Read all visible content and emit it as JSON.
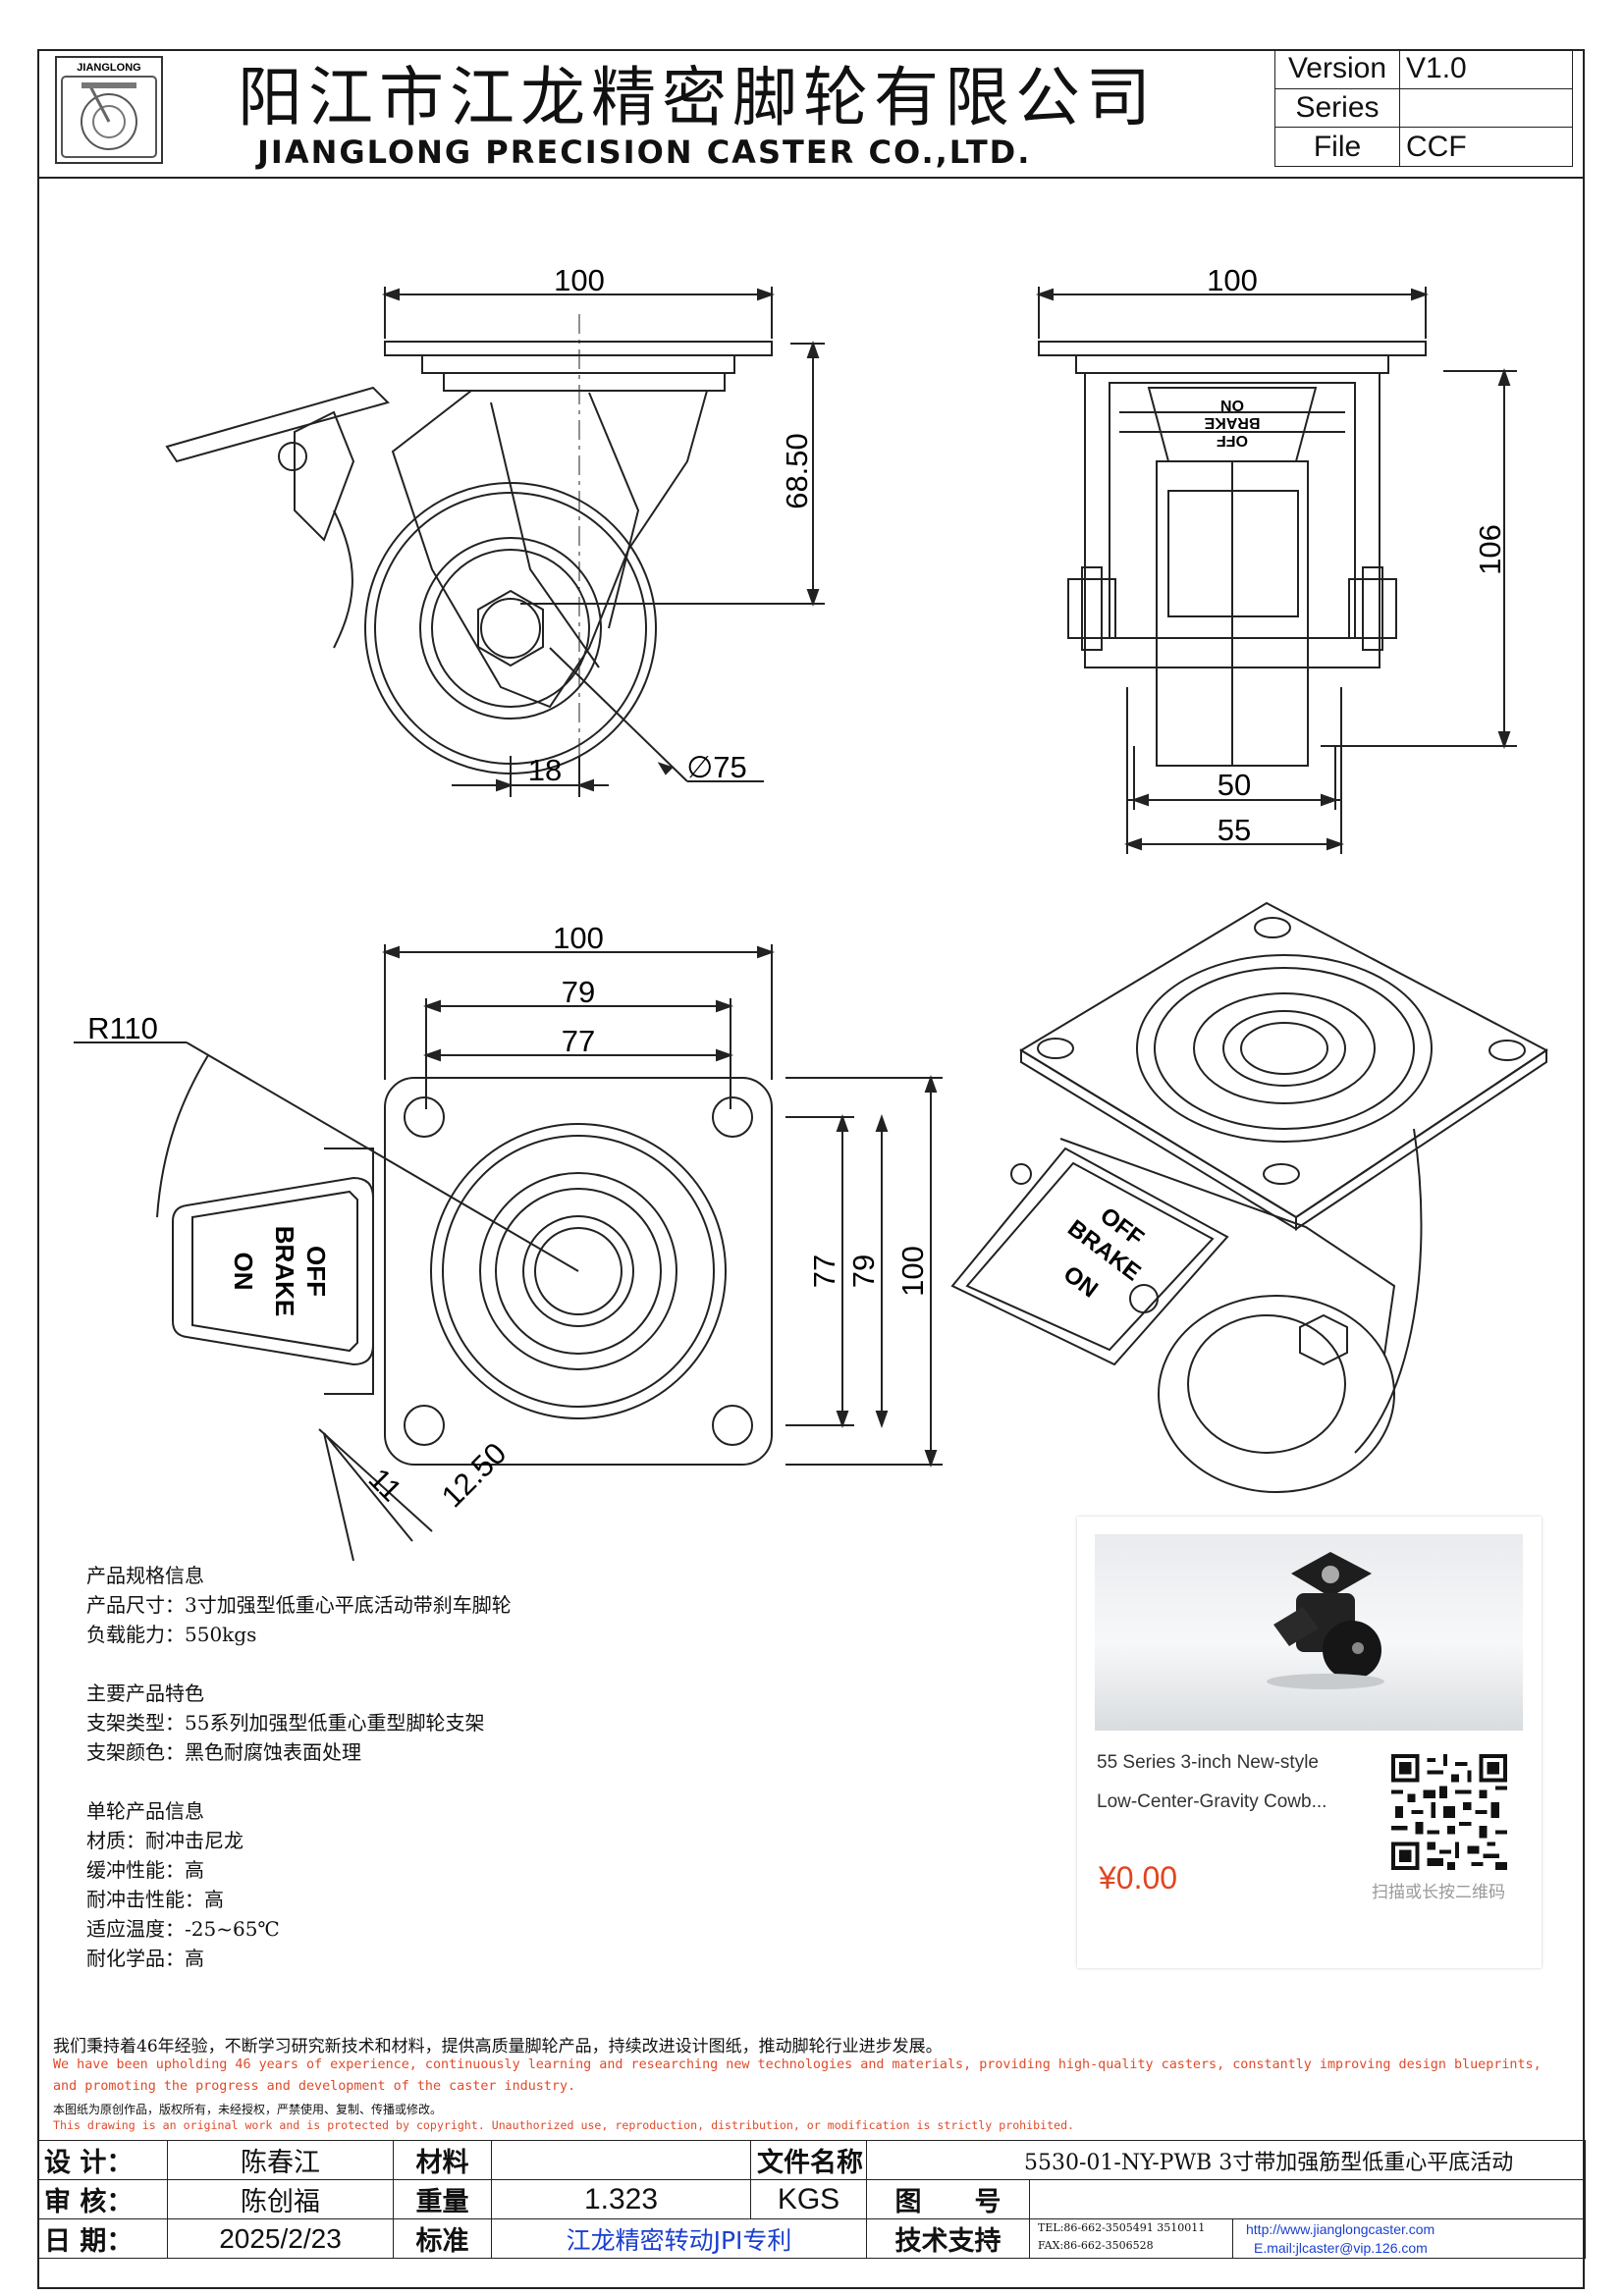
{
  "header": {
    "company_cn": "阳江市江龙精密脚轮有限公司",
    "company_en": "JIANGLONG PRECISION CASTER CO.,LTD.",
    "logo_text": "JIANGLONG",
    "version_label": "Version",
    "version_value": "V1.0",
    "series_label": "Series",
    "series_value": "",
    "file_label": "File",
    "file_value": "CCF"
  },
  "drawing": {
    "side_width": "100",
    "side_height": "68.50",
    "offset": "18",
    "wheel_dia": "∅75",
    "front_width": "100",
    "front_height": "106",
    "wheel_w": "50",
    "fork_w": "55",
    "plate_w": "100",
    "hole_w": "79",
    "hole_w2": "77",
    "plate_h": "100",
    "hole_h": "79",
    "hole_h2": "77",
    "radius": "R110",
    "slot_w": "11",
    "slot_l": "12.50",
    "brake_off": "OFF",
    "brake_mid": "BRAKE",
    "brake_on": "ON"
  },
  "specs": {
    "lines": [
      "产品规格信息",
      "产品尺寸：3寸加强型低重心平底活动带刹车脚轮",
      "负载能力：550kgs",
      "",
      "主要产品特色",
      "支架类型：55系列加强型低重心重型脚轮支架",
      "支架颜色：黑色耐腐蚀表面处理",
      "",
      "单轮产品信息",
      "材质：耐冲击尼龙",
      "缓冲性能：高",
      "耐冲击性能：高",
      "适应温度：-25~65℃",
      "耐化学品：高"
    ]
  },
  "card": {
    "title_line1": "55 Series 3-inch New-style",
    "title_line2": "Low-Center-Gravity Cowb...",
    "price": "¥0.00",
    "qr_hint": "扫描或长按二维码"
  },
  "notes": {
    "cn_commit": "我们秉持着46年经验，不断学习研究新技术和材料，提供高质量脚轮产品，持续改进设计图纸，推动脚轮行业进步发展。",
    "en_commit1": "We have been upholding 46 years of experience, continuously learning and researching new technologies and materials, providing high-quality casters, constantly improving design blueprints,",
    "en_commit2": "and promoting the progress and development of the caster industry.",
    "cn_copyright": "本图纸为原创作品，版权所有，未经授权，严禁使用、复制、传播或修改。",
    "en_copyright": "This drawing is an original work and is protected by copyright. Unauthorized use, reproduction, distribution, or modification is strictly prohibited."
  },
  "titleblock": {
    "design_label": "设 计：",
    "design_value": "陈春江",
    "material_label": "材料",
    "material_value": "",
    "filename_label": "文件名称",
    "filename_value": "5530-01-NY-PWB 3寸带加强筋型低重心平底活动",
    "review_label": "审 核：",
    "review_value": "陈创福",
    "weight_label": "重量",
    "weight_value": "1.323",
    "weight_unit": "KGS",
    "drawing_label": "图　　号",
    "drawing_value": "",
    "date_label": "日 期：",
    "date_value": "2025/2/23",
    "standard_label": "标准",
    "standard_value": "江龙精密转动JPI专利",
    "support_label": "技术支持",
    "tel": "TEL:86-662-3505491 3510011",
    "fax": "FAX:86-662-3506528",
    "web": "http://www.jianglongcaster.com",
    "email": "E.mail:jlcaster@vip.126.com"
  },
  "colors": {
    "note_red": "#e04a2a",
    "link_blue": "#1a3fd0",
    "price_red": "#e0451f",
    "std_blue": "#1a3fd0"
  }
}
